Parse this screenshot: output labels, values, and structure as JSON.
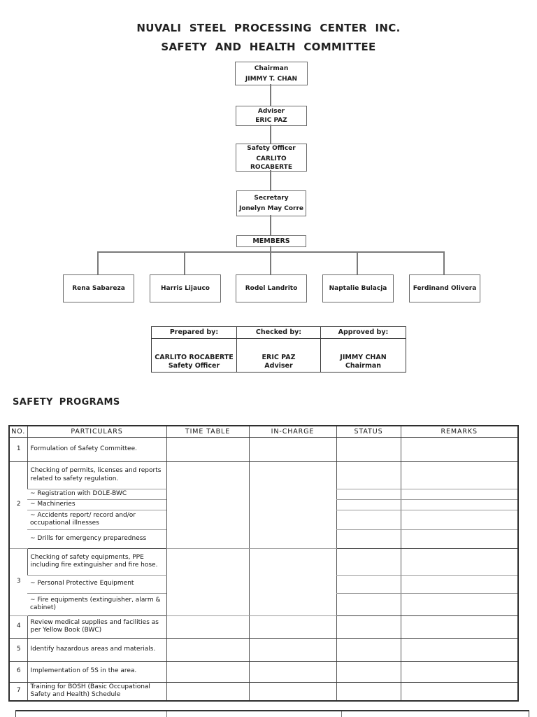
{
  "title": {
    "line1": "NUVALI STEEL PROCESSING CENTER INC.",
    "line2": "SAFETY AND HEALTH COMMITTEE"
  },
  "org_chart": {
    "levels": [
      {
        "role": "Chairman",
        "name": "JIMMY T. CHAN"
      },
      {
        "role": "Adviser",
        "name": "ERIC PAZ"
      },
      {
        "role": "Safety Officer",
        "name": "CARLITO ROCABERTE"
      },
      {
        "role": "Secretary",
        "name": "Jonelyn May Corre"
      }
    ],
    "members_label": "MEMBERS",
    "members": [
      "Rena Sabareza",
      "Harris Lijauco",
      "Rodel Landrito",
      "Naptalie Bulacja",
      "Ferdinand Olivera"
    ]
  },
  "signoff": {
    "columns": [
      {
        "header": "Prepared by:",
        "name": "CARLITO ROCABERTE",
        "role": "Safety Officer"
      },
      {
        "header": "Checked by:",
        "name": "ERIC PAZ",
        "role": "Adviser"
      },
      {
        "header": "Approved by:",
        "name": "JIMMY CHAN",
        "role": "Chairman"
      }
    ]
  },
  "programs": {
    "heading": "SAFETY PROGRAMS",
    "headers": [
      "NO.",
      "PARTICULARS",
      "TIME TABLE",
      "IN-CHARGE",
      "STATUS",
      "REMARKS"
    ],
    "rows": [
      {
        "no": "1",
        "particulars": "Formulation of Safety Committee."
      },
      {
        "no": "2",
        "particulars": "Checking of permits, licenses and reports related to safety regulation.",
        "sub_items": [
          "~ Registration with DOLE-BWC",
          "~ Machineries",
          "~ Accidents report/ record and/or occupational illnesses",
          "~ Drills for emergency preparedness"
        ]
      },
      {
        "no": "3",
        "particulars": "Checking of safety equipments, PPE including fire extinguisher and fire hose.",
        "sub_items": [
          "~ Personal Protective Equipment",
          "~ Fire equipments (extinguisher, alarm & cabinet)"
        ]
      },
      {
        "no": "4",
        "particulars": "Review medical supplies and facilities as per Yellow Book (BWC)"
      },
      {
        "no": "5",
        "particulars": "Identify hazardous areas and materials."
      },
      {
        "no": "6",
        "particulars": "Implementation of 5S in the area."
      },
      {
        "no": "7",
        "particulars": "Training for BOSH (Basic Occupational Safety and Health) Schedule"
      }
    ]
  }
}
